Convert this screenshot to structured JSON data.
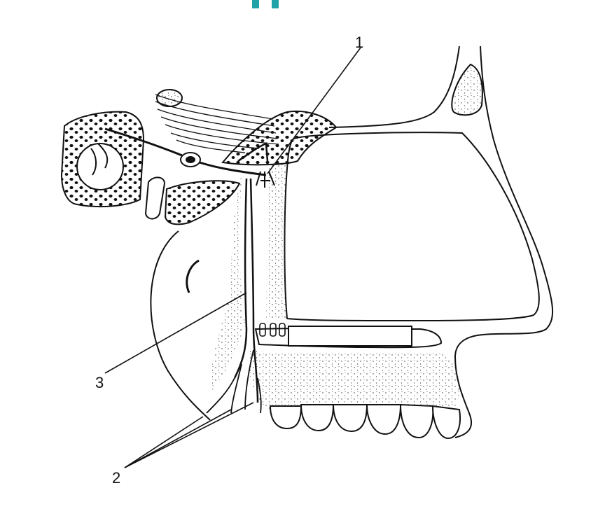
{
  "figure": {
    "callouts": [
      {
        "id": "1",
        "text": "1"
      },
      {
        "id": "2",
        "text": "2"
      },
      {
        "id": "3",
        "text": "3"
      }
    ]
  },
  "colors": {
    "ink": "#111111",
    "paper": "#ffffff",
    "teal_accent": "#1fa3a8"
  }
}
